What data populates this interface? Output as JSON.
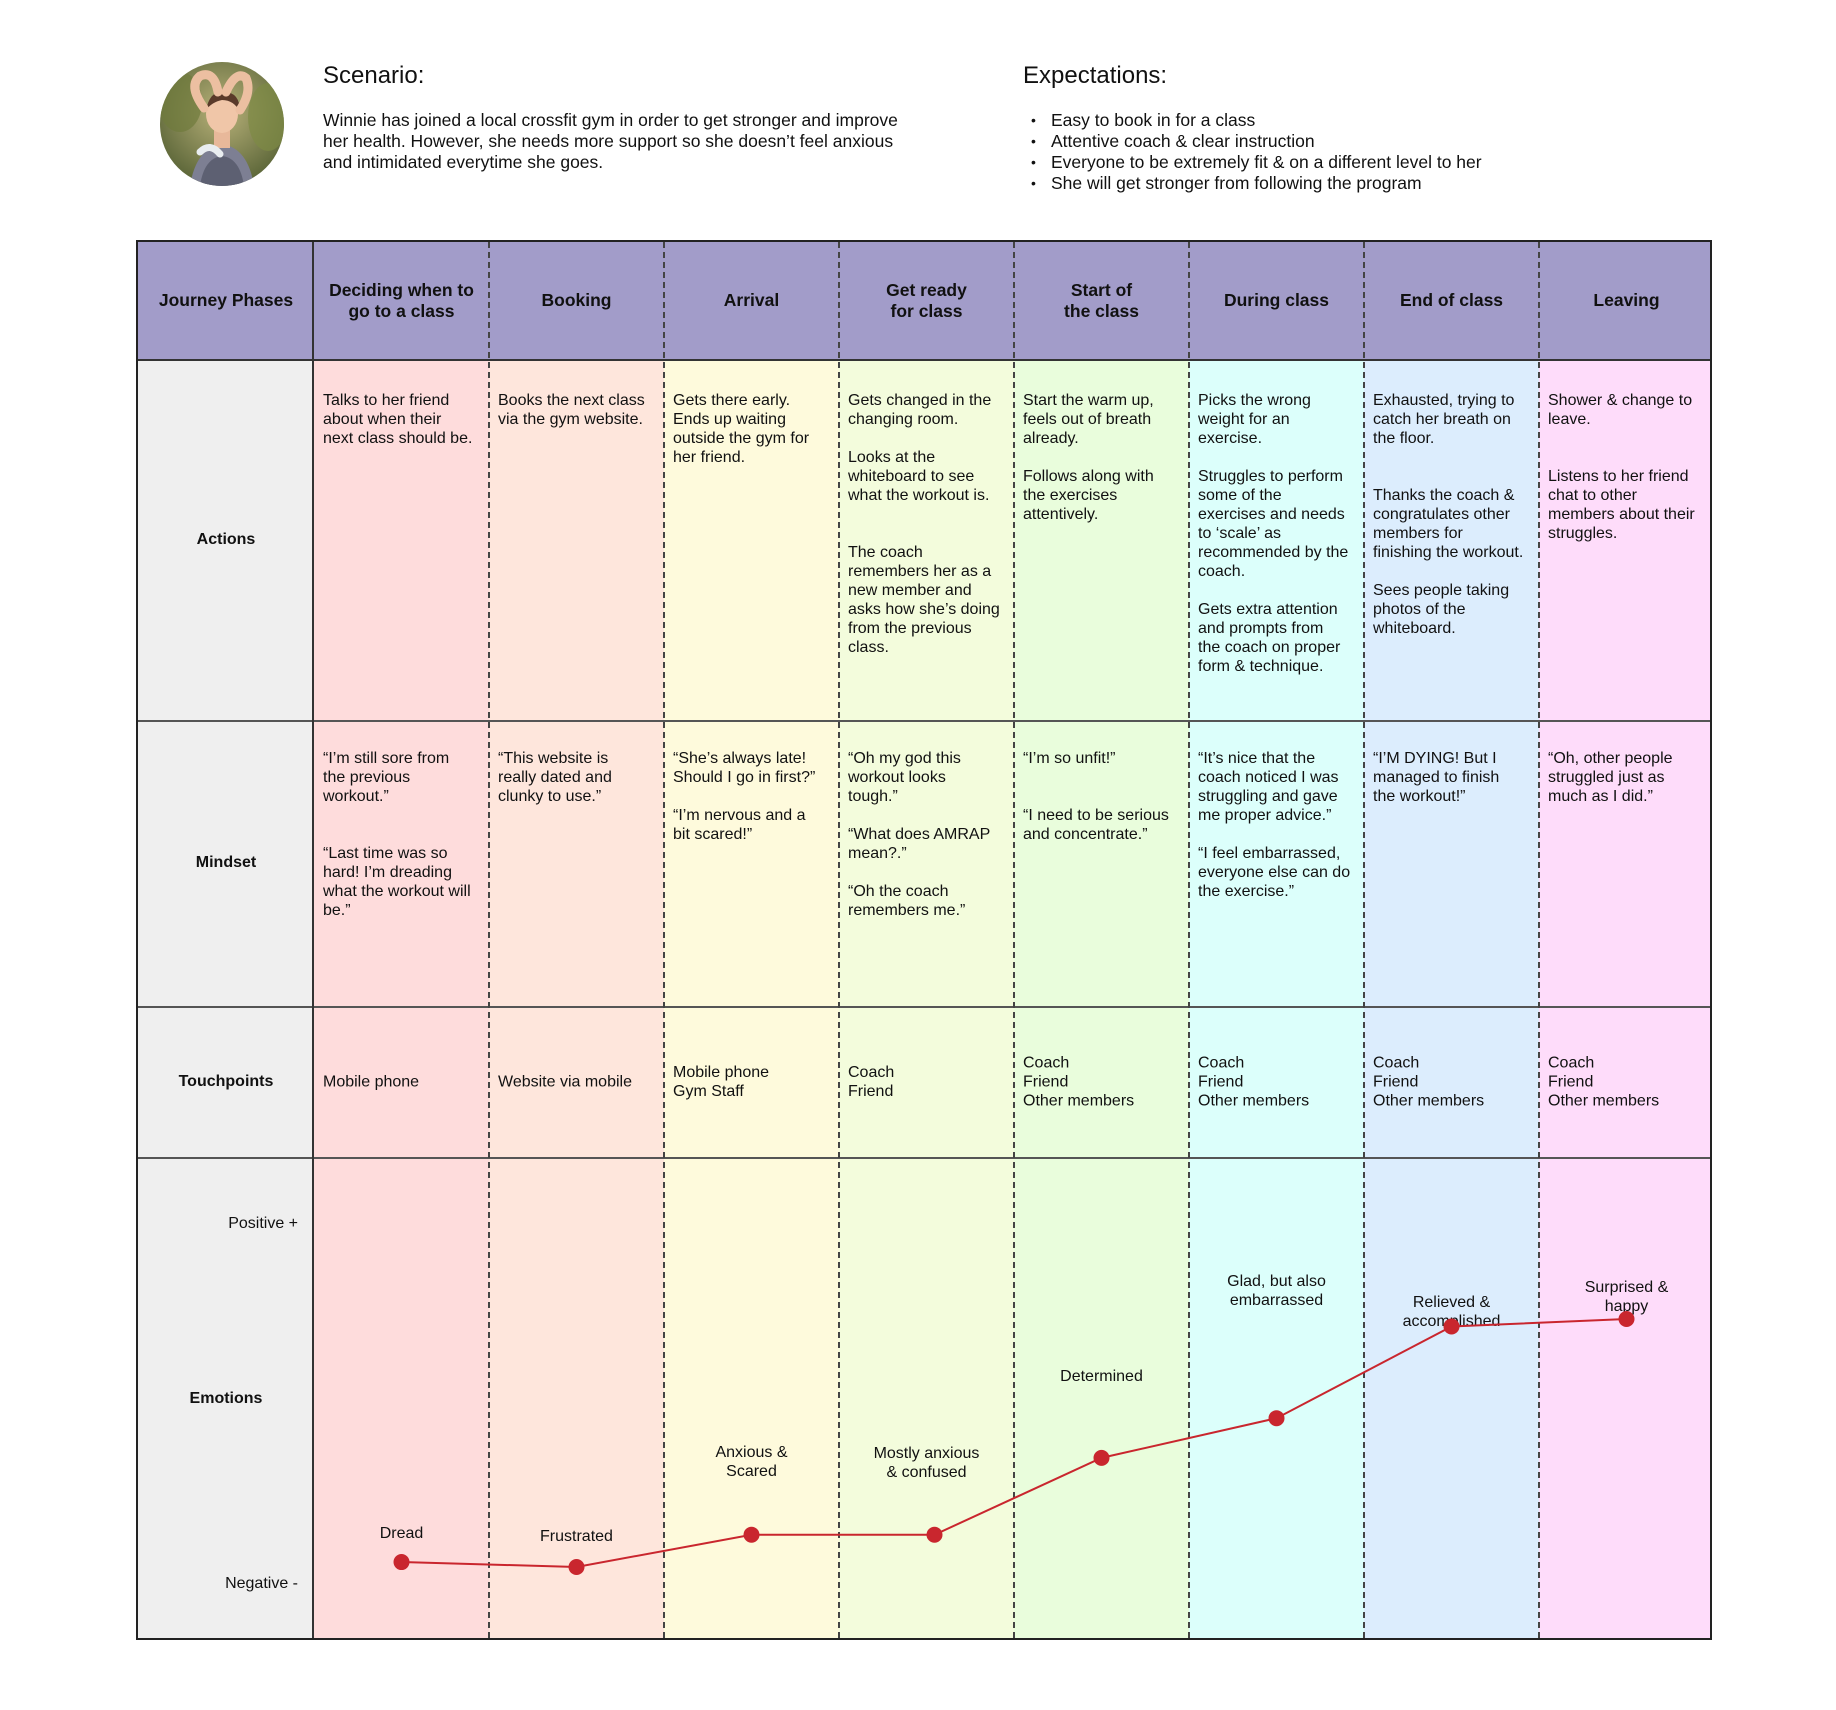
{
  "persona": {
    "scenario_title": "Scenario:",
    "scenario_text": "Winnie has joined a local crossfit gym in order to get stronger and improve her health. However, she needs more support so she doesn’t feel anxious and intimidated everytime she goes.",
    "expectations_title": "Expectations:",
    "expectations": [
      "Easy to book in for a class",
      "Attentive coach & clear instruction",
      "Everyone to be extremely fit & on a different level to her",
      "She will get stronger from following the program"
    ]
  },
  "colors": {
    "header": "#a29cc9",
    "label_column": "#efefef",
    "columns": [
      "#fedcdc",
      "#fee6dc",
      "#fefadc",
      "#f3fcdc",
      "#e9fddc",
      "#dcfffb",
      "#dcedfd",
      "#fedcfa"
    ],
    "line": "#c9262e"
  },
  "row_labels": {
    "phases": "Journey Phases",
    "actions": "Actions",
    "mindset": "Mindset",
    "touchpoints": "Touchpoints",
    "emotions": "Emotions"
  },
  "phases": [
    {
      "name": "Deciding when to\ngo to a class",
      "actions": "Talks to her friend\nabout when their\nnext class should be.",
      "mindset": "“I’m still sore from\nthe previous\nworkout.”\n\n\n“Last time was so\nhard! I’m dreading\nwhat the workout will\nbe.”",
      "touchpoints": "Mobile phone",
      "emotion": "Dread",
      "emotion_level": 0.02
    },
    {
      "name": "Booking",
      "actions": "Books the next class\nvia the gym website.",
      "mindset": "“This website is\nreally dated and\nclunky to use.”",
      "touchpoints": "Website via mobile",
      "emotion": "Frustrated",
      "emotion_level": 0.0
    },
    {
      "name": "Arrival",
      "actions": "Gets there early.\nEnds up waiting\noutside the gym for\nher friend.",
      "mindset": "“She’s always late!\nShould I go in first?”\n\n“I’m nervous and a\nbit scared!”",
      "touchpoints": "Mobile phone\nGym Staff",
      "emotion": "Anxious &\nScared",
      "emotion_level": 0.13
    },
    {
      "name": "Get ready\nfor class",
      "actions": "Gets changed in the\nchanging room.\n\nLooks at the\nwhiteboard to see\nwhat the workout is.\n\n\nThe coach\nremembers her as a\nnew member and\nasks how she’s doing\nfrom the previous\nclass.",
      "mindset": "“Oh my god this\nworkout looks\ntough.”\n\n“What does AMRAP\nmean?.”\n\n“Oh the coach\nremembers me.”",
      "touchpoints": "Coach\nFriend",
      "emotion": "Mostly anxious\n& confused",
      "emotion_level": 0.13
    },
    {
      "name": "Start of\nthe class",
      "actions": "Start the warm up,\nfeels out of breath\nalready.\n\nFollows along with\nthe exercises\nattentively.",
      "mindset": "“I’m so unfit!”\n\n\n“I need to be serious\nand concentrate.”",
      "touchpoints": "Coach\nFriend\nOther members",
      "emotion": "Determined",
      "emotion_level": 0.44
    },
    {
      "name": "During class",
      "actions": "Picks the wrong\nweight for an\nexercise.\n\nStruggles to perform\nsome of the\nexercises and needs\nto ‘scale’ as\nrecommended by the\ncoach.\n\nGets extra attention\nand prompts from\nthe coach on proper\nform & technique.",
      "mindset": "“It’s nice that the\ncoach noticed I was\nstruggling and gave\nme proper advice.”\n\n“I feel embarrassed,\neveryone else can do\nthe exercise.”",
      "touchpoints": "Coach\nFriend\nOther members",
      "emotion": "Glad, but also\nembarrassed",
      "emotion_level": 0.6
    },
    {
      "name": "End of class",
      "actions": "Exhausted, trying to\ncatch her breath on\nthe floor.\n\n\nThanks the coach &\ncongratulates other\nmembers for\nfinishing the workout.\n\nSees people taking\nphotos of the\nwhiteboard.",
      "mindset": "“I’M DYING! But I\nmanaged to finish\nthe workout!”",
      "touchpoints": "Coach\nFriend\nOther members",
      "emotion": "Relieved &\naccomplished",
      "emotion_level": 0.97
    },
    {
      "name": "Leaving",
      "actions": "Shower & change to\nleave.\n\n\nListens to her friend\nchat to other\nmembers about their\nstruggles.",
      "mindset": "“Oh, other people\nstruggled just as\nmuch as I did.”",
      "touchpoints": "Coach\nFriend\nOther members",
      "emotion": "Surprised &\nhappy",
      "emotion_level": 1.0
    }
  ],
  "emotion_axis": {
    "positive": "Positive +",
    "negative": "Negative -"
  }
}
